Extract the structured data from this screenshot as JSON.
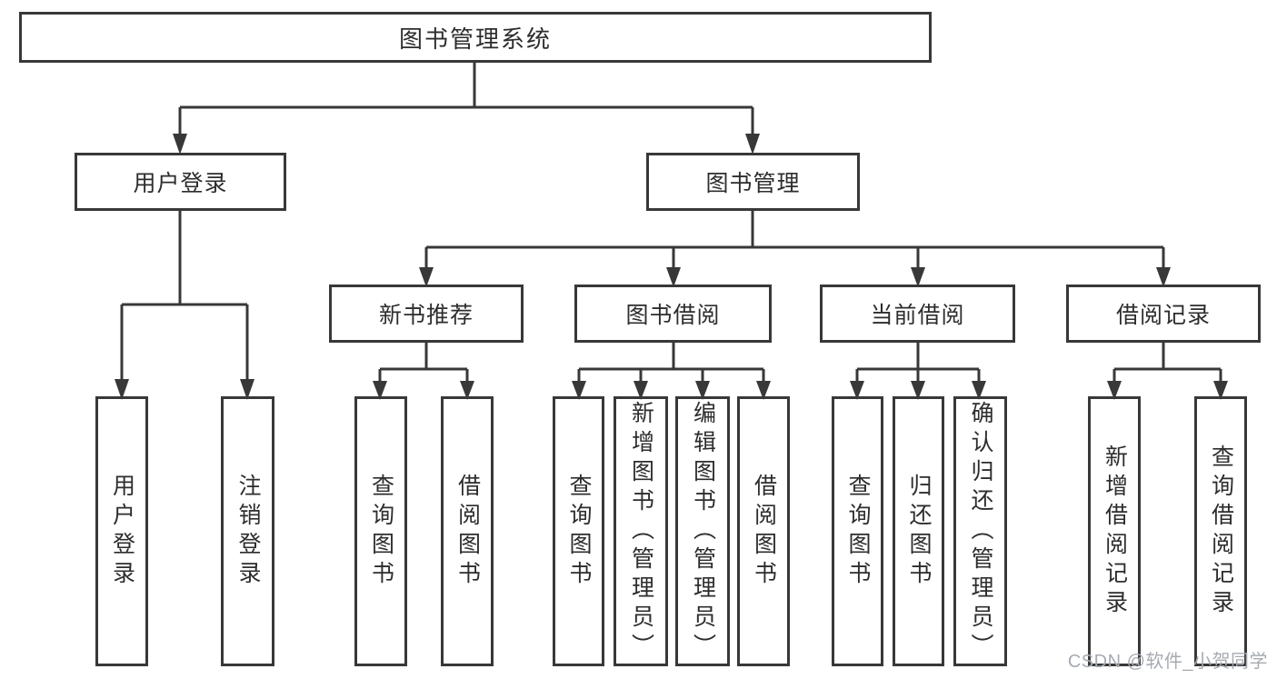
{
  "diagram": {
    "tree": {
      "label": "图书管理系统",
      "children": [
        {
          "label": "用户登录",
          "children": [
            {
              "label": "用户登录"
            },
            {
              "label": "注销登录"
            }
          ]
        },
        {
          "label": "图书管理",
          "children": [
            {
              "label": "新书推荐",
              "children": [
                {
                  "label": "查询图书"
                },
                {
                  "label": "借阅图书"
                }
              ]
            },
            {
              "label": "图书借阅",
              "children": [
                {
                  "label": "查询图书"
                },
                {
                  "label": "新增图书（管理员）"
                },
                {
                  "label": "编辑图书（管理员）"
                },
                {
                  "label": "借阅图书"
                }
              ]
            },
            {
              "label": "当前借阅",
              "children": [
                {
                  "label": "查询图书"
                },
                {
                  "label": "归还图书"
                },
                {
                  "label": "确认归还（管理员）"
                }
              ]
            },
            {
              "label": "借阅记录",
              "children": [
                {
                  "label": "新增借阅记录"
                },
                {
                  "label": "查询借阅记录"
                }
              ]
            }
          ]
        }
      ]
    },
    "colors": {
      "line": "#383838",
      "text": "#2d2d2d",
      "box_fill": "#ffffff",
      "background": "#ffffff",
      "watermark": "#a6abb1"
    }
  },
  "watermark": {
    "text": "CSDN @软件_小贺同学"
  }
}
